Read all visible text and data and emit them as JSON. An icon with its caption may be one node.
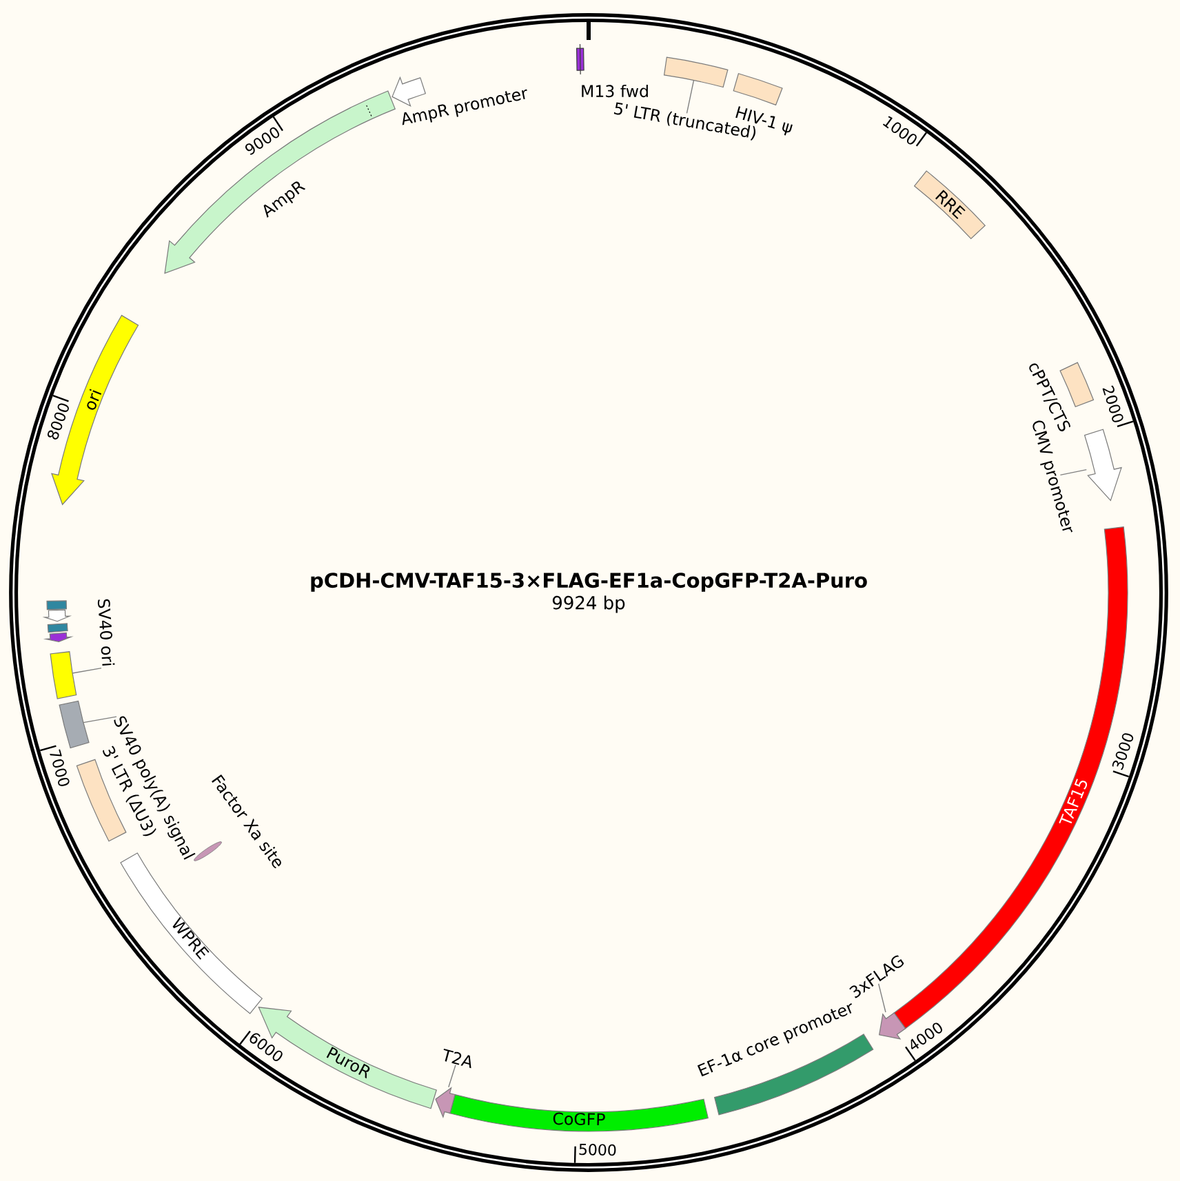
{
  "diagram": {
    "title": "pCDH-CMV-TAF15-3×FLAG-EF1a-CopGFP-T2A-Puro",
    "nodes": [
      {
        "text": [
          "M13 fwd"
        ]
      },
      {
        "text": [],
        "shape": "box"
      },
      {
        "text": [
          "5' LTR (truncated)"
        ]
      },
      {
        "text": [
          "HIV-1 ψ"
        ]
      },
      {
        "text": [
          "RRE"
        ]
      },
      {
        "text": [
          "cPPT/CTS"
        ]
      },
      {
        "text": [],
        "shape": "arrow"
      },
      {
        "text": [
          "CMV promoter"
        ]
      },
      {
        "text": [
          "TAF15"
        ]
      },
      {
        "text": [],
        "shape": "arrow"
      },
      {
        "text": [
          "3xFLAG"
        ]
      },
      {
        "text": [
          "EF-1α core promoter"
        ]
      },
      {
        "text": [
          "CoGFP"
        ]
      },
      {
        "text": [],
        "shape": "arrow"
      },
      {
        "text": [
          "T2A"
        ]
      },
      {
        "text": [
          "PuroR"
        ]
      },
      {
        "text": [
          "WPRE"
        ]
      },
      {
        "text": [
          "Factor Xa site"
        ]
      },
      {
        "text": [
          "3' LTR (ΔU3)"
        ]
      },
      {
        "text": [],
        "shape": "box"
      },
      {
        "text": [
          "SV40 poly(A) signal"
        ]
      },
      {
        "text": [],
        "shape": "box"
      },
      {
        "text": [
          "SV40 ori"
        ]
      },
      {
        "text": [],
        "shape": "box"
      },
      {
        "text": [],
        "shape": "arrow"
      },
      {
        "text": [],
        "shape": "box"
      },
      {
        "text": [],
        "shape": "arrow"
      },
      {
        "text": [
          "ori"
        ]
      },
      {
        "text": [
          "AmpR"
        ]
      },
      {
        "text": [
          "AmpR promoter"
        ]
      }
    ],
    "edges": [
      {
        "from": 2,
        "to": 1,
        "arrow": "none"
      },
      {
        "from": 7,
        "to": 6,
        "arrow": "none"
      },
      {
        "from": 10,
        "to": 9,
        "arrow": "none"
      },
      {
        "from": 14,
        "to": 13,
        "arrow": "none"
      },
      {
        "from": 20,
        "to": 19,
        "arrow": "none"
      },
      {
        "from": 22,
        "to": 21,
        "arrow": "none"
      }
    ],
    "labels": [
      "9924 bp",
      "1000",
      "2000",
      "3000",
      "4000",
      "5000",
      "6000",
      "7000",
      "8000",
      "9000"
    ]
  }
}
